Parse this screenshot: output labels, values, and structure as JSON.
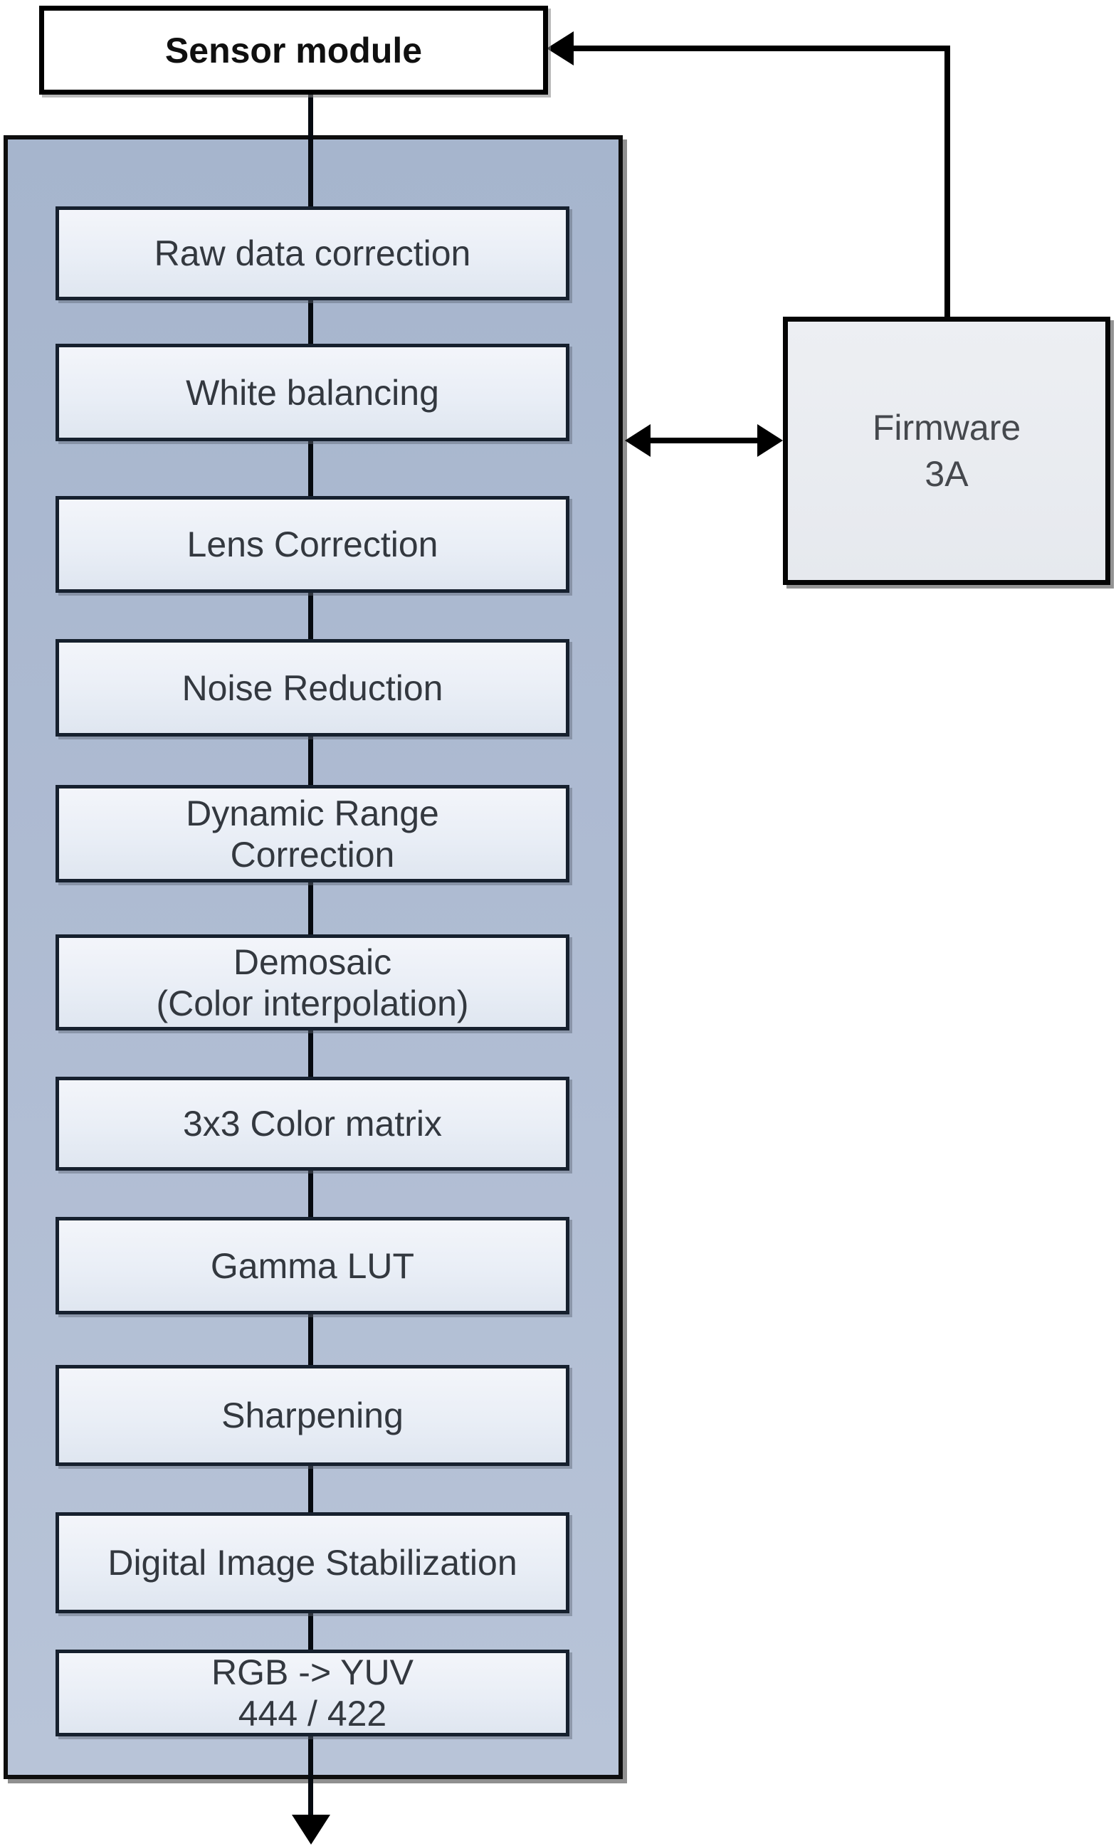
{
  "diagram": {
    "sensor_box": {
      "label": "Sensor module"
    },
    "pipeline": {
      "steps": [
        {
          "label": "Raw data correction"
        },
        {
          "label": "White balancing"
        },
        {
          "label": "Lens Correction"
        },
        {
          "label": "Noise Reduction"
        },
        {
          "label": "Dynamic Range\nCorrection"
        },
        {
          "label": "Demosaic\n(Color interpolation)"
        },
        {
          "label": "3x3 Color matrix"
        },
        {
          "label": "Gamma LUT"
        },
        {
          "label": "Sharpening"
        },
        {
          "label": "Digital Image Stabilization"
        },
        {
          "label": "RGB -> YUV\n444 / 422"
        }
      ]
    },
    "firmware_box": {
      "label": "Firmware\n3A"
    },
    "arrows": [
      {
        "name": "firmware-to-sensor-feedback",
        "type": "single-head",
        "points": "left"
      },
      {
        "name": "pipeline-firmware-exchange",
        "type": "double-head",
        "points": "both"
      },
      {
        "name": "pipeline-output",
        "type": "single-head",
        "points": "down"
      }
    ],
    "colors": {
      "container_fill_top": "#a6b5cd",
      "container_fill_bottom": "#b8c4d8",
      "step_fill": "#edf1f8",
      "step_border": "#16202e",
      "sensor_fill": "#ffffff",
      "firmware_fill": "#e9ebef",
      "line": "#000000"
    }
  }
}
